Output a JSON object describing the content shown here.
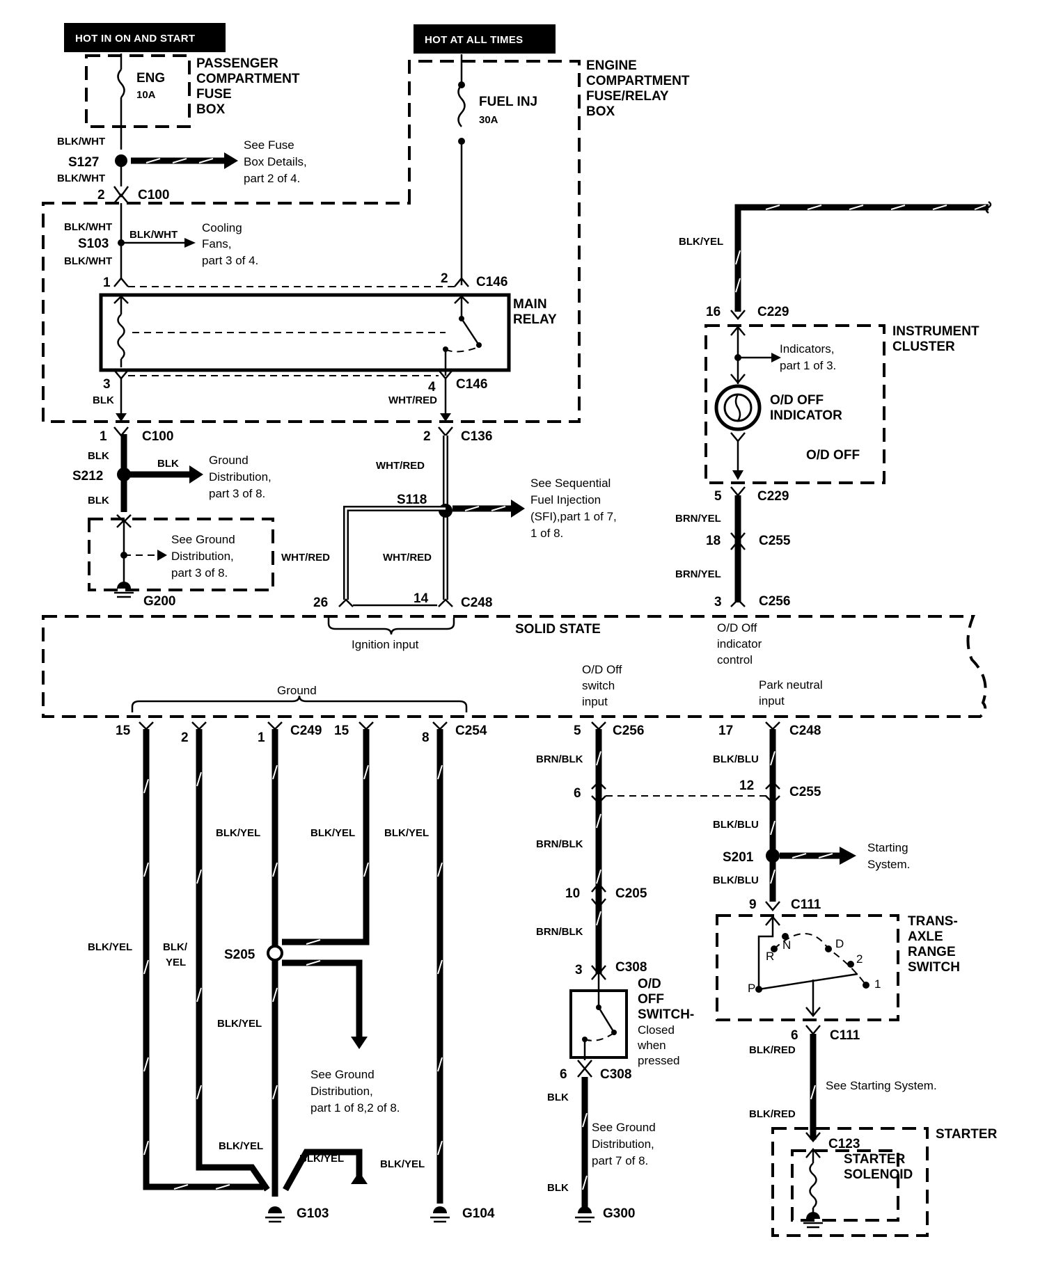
{
  "headers": {
    "hot_in_on_start": "HOT IN ON AND START",
    "hot_at_all_times": "HOT AT ALL TIMES"
  },
  "fuse_boxes": {
    "passenger": [
      "PASSENGER",
      "COMPARTMENT",
      "FUSE",
      "BOX"
    ],
    "engine": [
      "ENGINE",
      "COMPARTMENT",
      "FUSE/RELAY",
      "BOX"
    ],
    "eng_fuse": {
      "name": "ENG",
      "rating": "10A"
    },
    "fuel_inj_fuse": {
      "name": "FUEL INJ",
      "rating": "30A"
    }
  },
  "relay": {
    "lines": [
      "MAIN",
      "RELAY"
    ]
  },
  "components": {
    "instrument_cluster": [
      "INSTRUMENT",
      "CLUSTER"
    ],
    "od_off_indicator": [
      "O/D OFF",
      "INDICATOR"
    ],
    "od_off_text": "O/D OFF",
    "solid_state": "SOLID STATE",
    "transaxle": [
      "TRANS-",
      "AXLE",
      "RANGE",
      "SWITCH"
    ],
    "starter": "STARTER",
    "starter_solenoid": [
      "STARTER",
      "SOLENOID"
    ],
    "od_switch": [
      "O/D",
      "OFF",
      "SWITCH-",
      "Closed",
      "when",
      "pressed"
    ],
    "switch_positions": [
      "P",
      "R",
      "N",
      "D",
      "2",
      "1"
    ]
  },
  "inputs": {
    "ignition": "Ignition input",
    "ground": "Ground",
    "od_indicator_ctrl": [
      "O/D Off",
      "indicator",
      "control"
    ],
    "od_switch_input": [
      "O/D Off",
      "switch",
      "input"
    ],
    "park_neutral": [
      "Park neutral",
      "input"
    ]
  },
  "notes": {
    "fuse_box_details": [
      "See Fuse",
      "Box Details,",
      "part 2 of 4."
    ],
    "cooling_fans": [
      "Cooling",
      "Fans,",
      "part 3 of 4."
    ],
    "ground_dist_3_8_a": [
      "Ground",
      "Distribution,",
      "part 3 of 8."
    ],
    "ground_dist_3_8_b": [
      "See Ground",
      "Distribution,",
      "part 3 of 8."
    ],
    "sfi": [
      "See Sequential",
      "Fuel Injection",
      "(SFI),part 1 of 7,",
      "1 of 8."
    ],
    "indicators": [
      "Indicators,",
      "part 1 of 3."
    ],
    "starting_system": [
      "Starting",
      "System."
    ],
    "see_starting_system": "See Starting System.",
    "ground_dist_1_8": [
      "See Ground",
      "Distribution,",
      "part 1 of 8,2 of 8."
    ],
    "ground_dist_7_8": [
      "See Ground",
      "Distribution,",
      "part 7 of 8."
    ]
  },
  "splices": [
    "S127",
    "S103",
    "S212",
    "S118",
    "S205",
    "S201"
  ],
  "grounds": [
    "G200",
    "G103",
    "G104",
    "G300"
  ],
  "connectors": {
    "C100": "C100",
    "C146": "C146",
    "C136": "C136",
    "C248": "C248",
    "C229": "C229",
    "C255": "C255",
    "C256": "C256",
    "C249": "C249",
    "C254": "C254",
    "C205": "C205",
    "C308": "C308",
    "C111": "C111",
    "C123": "C123"
  },
  "wires": {
    "blk_wht": "BLK/WHT",
    "blk": "BLK",
    "wht_red": "WHT/RED",
    "blk_yel": "BLK/YEL",
    "blk_yel_split": [
      "BLK/",
      "YEL"
    ],
    "brn_yel": "BRN/YEL",
    "brn_blk": "BRN/BLK",
    "blk_blu": "BLK/BLU",
    "blk_red": "BLK/RED"
  },
  "pins": {
    "p1": "1",
    "p2": "2",
    "p3": "3",
    "p4": "4",
    "p5": "5",
    "p6": "6",
    "p8": "8",
    "p9": "9",
    "p10": "10",
    "p12": "12",
    "p14": "14",
    "p15": "15",
    "p16": "16",
    "p17": "17",
    "p18": "18",
    "p26": "26"
  }
}
